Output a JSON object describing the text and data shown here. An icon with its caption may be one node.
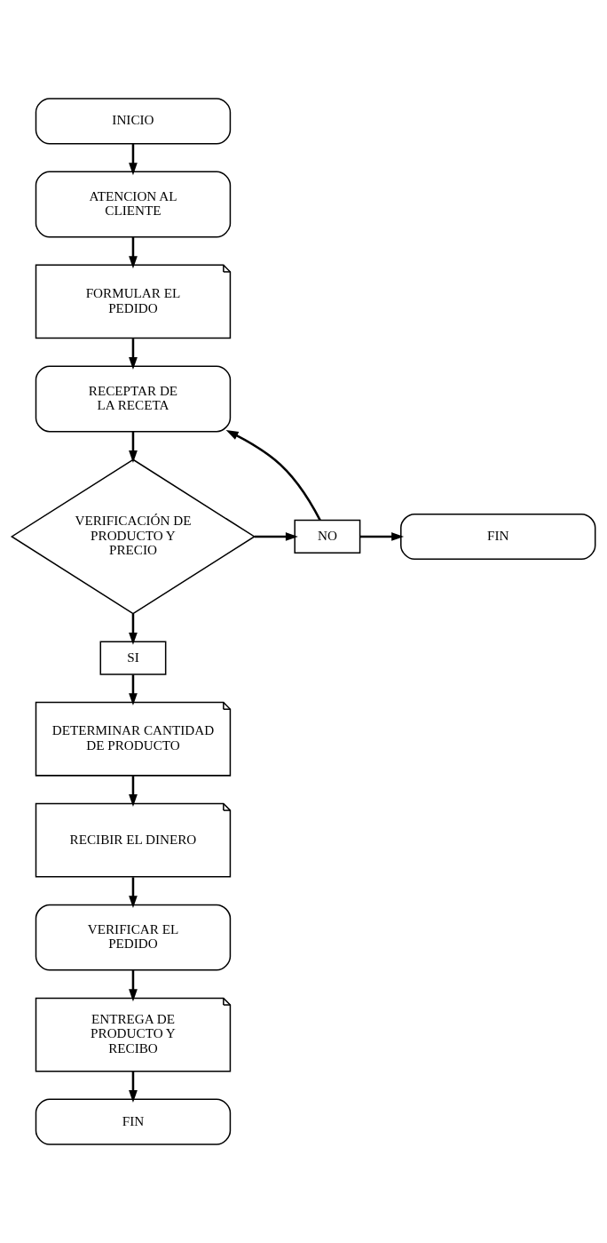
{
  "diagram": {
    "nodes": [
      {
        "text": [
          "INICIO"
        ]
      },
      {
        "text": [
          "ATENCION AL CLIENTE"
        ]
      },
      {
        "text": [
          "FORMULAR EL PEDIDO"
        ]
      },
      {
        "text": [
          "RECEPTAR DE LA RECETA"
        ]
      },
      {
        "text": [
          "VERIFICACIÓN DE PRODUCTO Y PRECIO"
        ]
      },
      {
        "text": [
          "NO"
        ]
      },
      {
        "text": [
          "FIN"
        ]
      },
      {
        "text": [
          "SI"
        ]
      },
      {
        "text": [
          "DETERMINAR CANTIDAD DE PRODUCTO"
        ]
      },
      {
        "text": [
          "RECIBIR EL DINERO"
        ]
      },
      {
        "text": [
          "VERIFICAR EL PEDIDO"
        ]
      },
      {
        "text": [
          "ENTREGA DE PRODUCTO Y RECIBO"
        ]
      },
      {
        "text": [
          "FIN"
        ]
      }
    ],
    "edges": [
      {
        "from": 0,
        "to": 1,
        "arrow": "to"
      },
      {
        "from": 1,
        "to": 2,
        "arrow": "to"
      },
      {
        "from": 2,
        "to": 3,
        "arrow": "to"
      },
      {
        "from": 3,
        "to": 4,
        "arrow": "to"
      },
      {
        "from": 4,
        "to": 5,
        "arrow": "to"
      },
      {
        "from": 5,
        "to": 6,
        "arrow": "to"
      },
      {
        "from": 5,
        "to": 3,
        "arrow": "to"
      },
      {
        "from": 4,
        "to": 7,
        "arrow": "to"
      },
      {
        "from": 7,
        "to": 8,
        "arrow": "to"
      },
      {
        "from": 8,
        "to": 9,
        "arrow": "to"
      },
      {
        "from": 9,
        "to": 10,
        "arrow": "to"
      },
      {
        "from": 10,
        "to": 11,
        "arrow": "to"
      },
      {
        "from": 11,
        "to": 12,
        "arrow": "to"
      }
    ]
  }
}
